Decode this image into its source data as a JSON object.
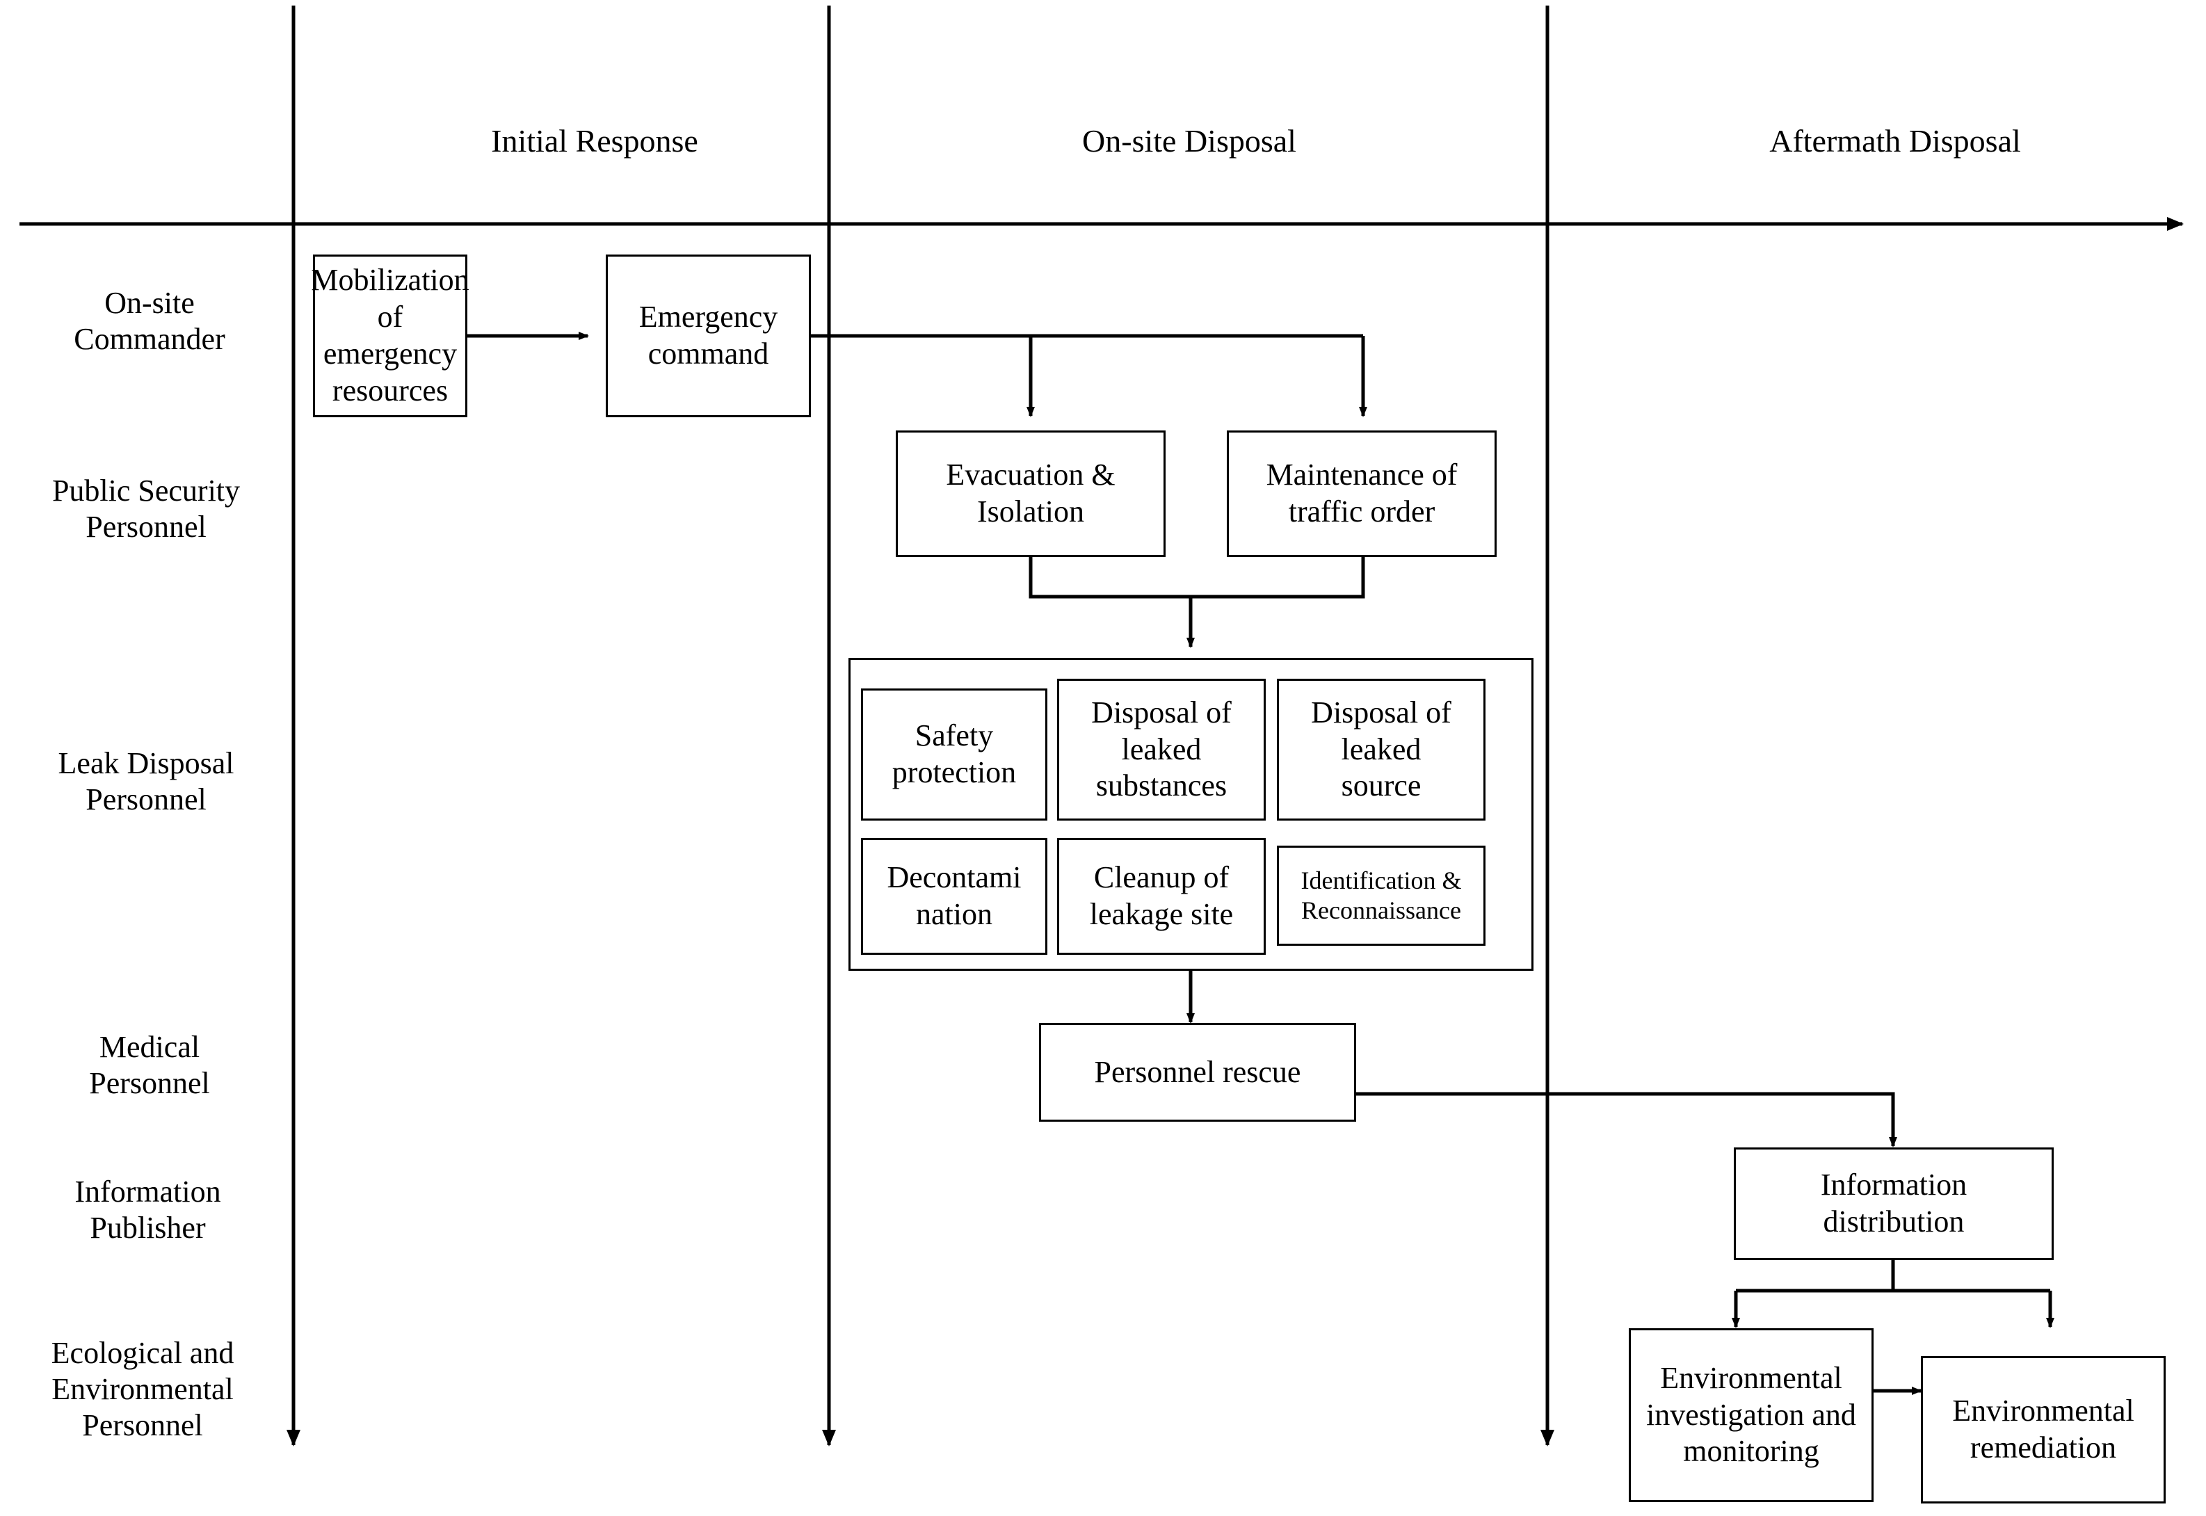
{
  "diagram": {
    "title_present": false,
    "timeline": {
      "axis_label": "time-axis",
      "phases": [
        {
          "id": "initial-response",
          "label": "Initial Response"
        },
        {
          "id": "onsite-disposal",
          "label": "On-site Disposal"
        },
        {
          "id": "aftermath-disposal",
          "label": "Aftermath Disposal"
        }
      ]
    },
    "lanes": [
      {
        "id": "on-site-commander",
        "label": "On-site\nCommander"
      },
      {
        "id": "public-security-personnel",
        "label": "Public Security\nPersonnel"
      },
      {
        "id": "leak-disposal-personnel",
        "label": "Leak Disposal\nPersonnel"
      },
      {
        "id": "medical-personnel",
        "label": "Medical\nPersonnel"
      },
      {
        "id": "information-publisher",
        "label": "Information\nPublisher"
      },
      {
        "id": "ecological-and-environmental-personnel",
        "label": "Ecological and\nEnvironmental\nPersonnel"
      }
    ],
    "nodes": [
      {
        "id": "mobilization-of-emergency-resources",
        "label": "Mobilization\nof emergency\nresources",
        "lane": "on-site-commander",
        "phase": "initial-response"
      },
      {
        "id": "emergency-command",
        "label": "Emergency\ncommand",
        "lane": "on-site-commander",
        "phase": "initial-response"
      },
      {
        "id": "evacuation-and-isolation",
        "label": "Evacuation &\nIsolation",
        "lane": "public-security-personnel",
        "phase": "onsite-disposal"
      },
      {
        "id": "maintenance-of-traffic-order",
        "label": "Maintenance of\ntraffic order",
        "lane": "public-security-personnel",
        "phase": "onsite-disposal"
      },
      {
        "id": "safety-protection",
        "label": "Safety\nprotection",
        "lane": "leak-disposal-personnel",
        "phase": "onsite-disposal"
      },
      {
        "id": "disposal-of-leaked-substances",
        "label": "Disposal of\nleaked\nsubstances",
        "lane": "leak-disposal-personnel",
        "phase": "onsite-disposal"
      },
      {
        "id": "disposal-of-leaked-source",
        "label": "Disposal of\nleaked\nsource",
        "lane": "leak-disposal-personnel",
        "phase": "onsite-disposal"
      },
      {
        "id": "decontamination",
        "label": "Decontami\nnation",
        "lane": "leak-disposal-personnel",
        "phase": "onsite-disposal"
      },
      {
        "id": "cleanup-of-leakage-site",
        "label": "Cleanup of\nleakage site",
        "lane": "leak-disposal-personnel",
        "phase": "onsite-disposal"
      },
      {
        "id": "identification-and-reconnaissance",
        "label": "Identification &\nReconnaissance",
        "lane": "leak-disposal-personnel",
        "phase": "onsite-disposal"
      },
      {
        "id": "personnel-rescue",
        "label": "Personnel rescue",
        "lane": "medical-personnel",
        "phase": "onsite-disposal"
      },
      {
        "id": "information-distribution",
        "label": "Information\ndistribution",
        "lane": "information-publisher",
        "phase": "aftermath-disposal"
      },
      {
        "id": "environmental-investigation-and-monitoring",
        "label": "Environmental\ninvestigation and\nmonitoring",
        "lane": "ecological-and-environmental-personnel",
        "phase": "aftermath-disposal"
      },
      {
        "id": "environmental-remediation",
        "label": "Environmental\nremediation",
        "lane": "ecological-and-environmental-personnel",
        "phase": "aftermath-disposal"
      }
    ],
    "edges": [
      {
        "from": "mobilization-of-emergency-resources",
        "to": "emergency-command"
      },
      {
        "from": "emergency-command",
        "to": "evacuation-and-isolation"
      },
      {
        "from": "emergency-command",
        "to": "maintenance-of-traffic-order"
      },
      {
        "from": "evacuation-and-isolation",
        "to": "leak-disposal-group"
      },
      {
        "from": "maintenance-of-traffic-order",
        "to": "leak-disposal-group"
      },
      {
        "from": "leak-disposal-group",
        "to": "personnel-rescue"
      },
      {
        "from": "personnel-rescue",
        "to": "information-distribution"
      },
      {
        "from": "information-distribution",
        "to": "environmental-investigation-and-monitoring"
      },
      {
        "from": "information-distribution",
        "to": "environmental-remediation"
      },
      {
        "from": "environmental-investigation-and-monitoring",
        "to": "environmental-remediation"
      }
    ],
    "colors": {
      "stroke": "#000000",
      "background": "#ffffff",
      "text": "#000000"
    }
  }
}
